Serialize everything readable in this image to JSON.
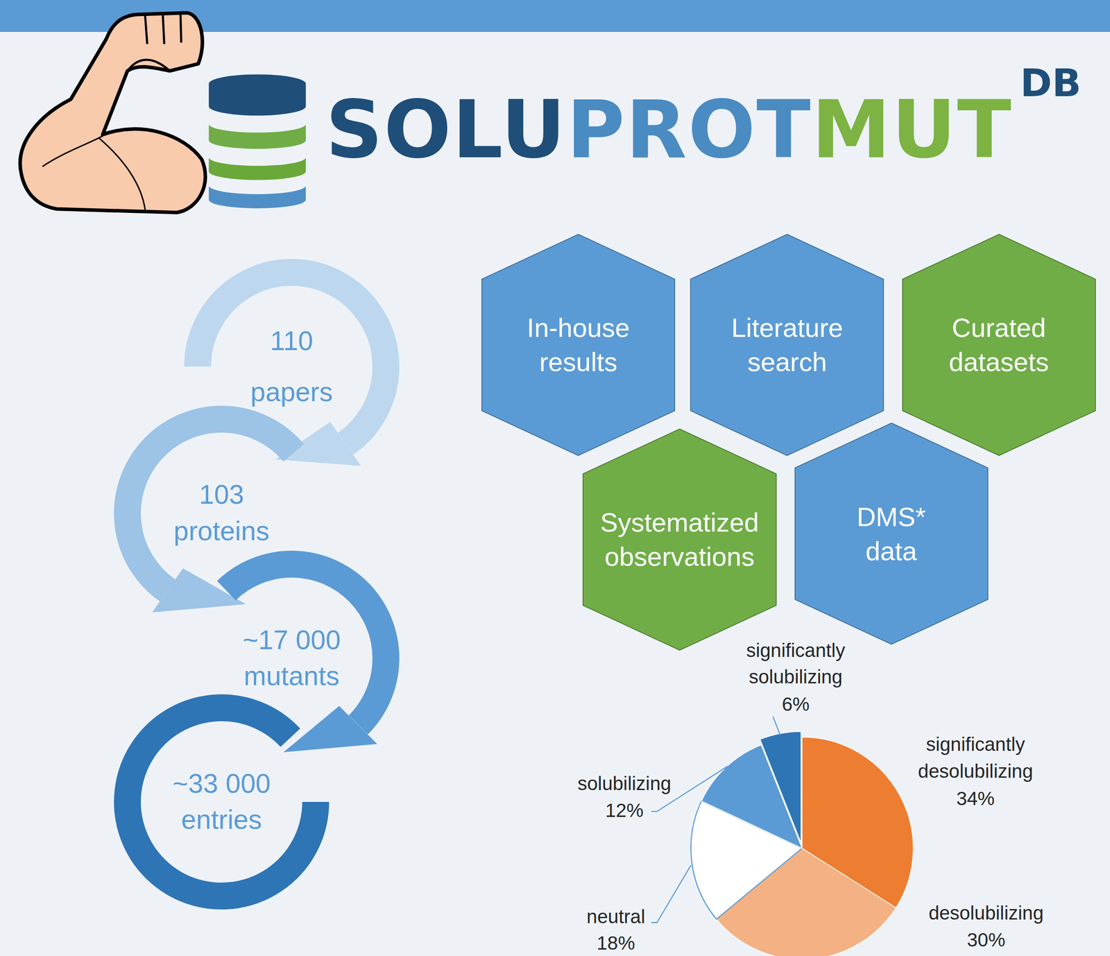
{
  "diagram": {
    "nodes": [
      {
        "text": [
          "110 papers"
        ]
      },
      {
        "text": [
          "103 proteins"
        ]
      },
      {
        "text": [
          "~17 000 mutants"
        ]
      },
      {
        "text": [
          "~33 000 entries"
        ]
      },
      {
        "text": [
          "In-house results"
        ]
      },
      {
        "text": [
          "Literature search"
        ]
      },
      {
        "text": [
          "Curated datasets"
        ]
      },
      {
        "text": [
          "Systematized observations"
        ]
      },
      {
        "text": [
          "DMS* data"
        ]
      }
    ],
    "edges": [
      {
        "from": 0,
        "to": 1,
        "arrow": "to"
      },
      {
        "from": 1,
        "to": 2,
        "arrow": "to"
      },
      {
        "from": 2,
        "to": 3,
        "arrow": "to"
      }
    ],
    "labels": [
      "SOLU",
      "PROT",
      "MUT",
      "DB",
      "significantly solubilizing",
      "6%",
      "significantly desolubilizing",
      "34%",
      "solubilizing",
      "12%",
      "neutral",
      "18%",
      "desolubilizing",
      "30%"
    ]
  }
}
